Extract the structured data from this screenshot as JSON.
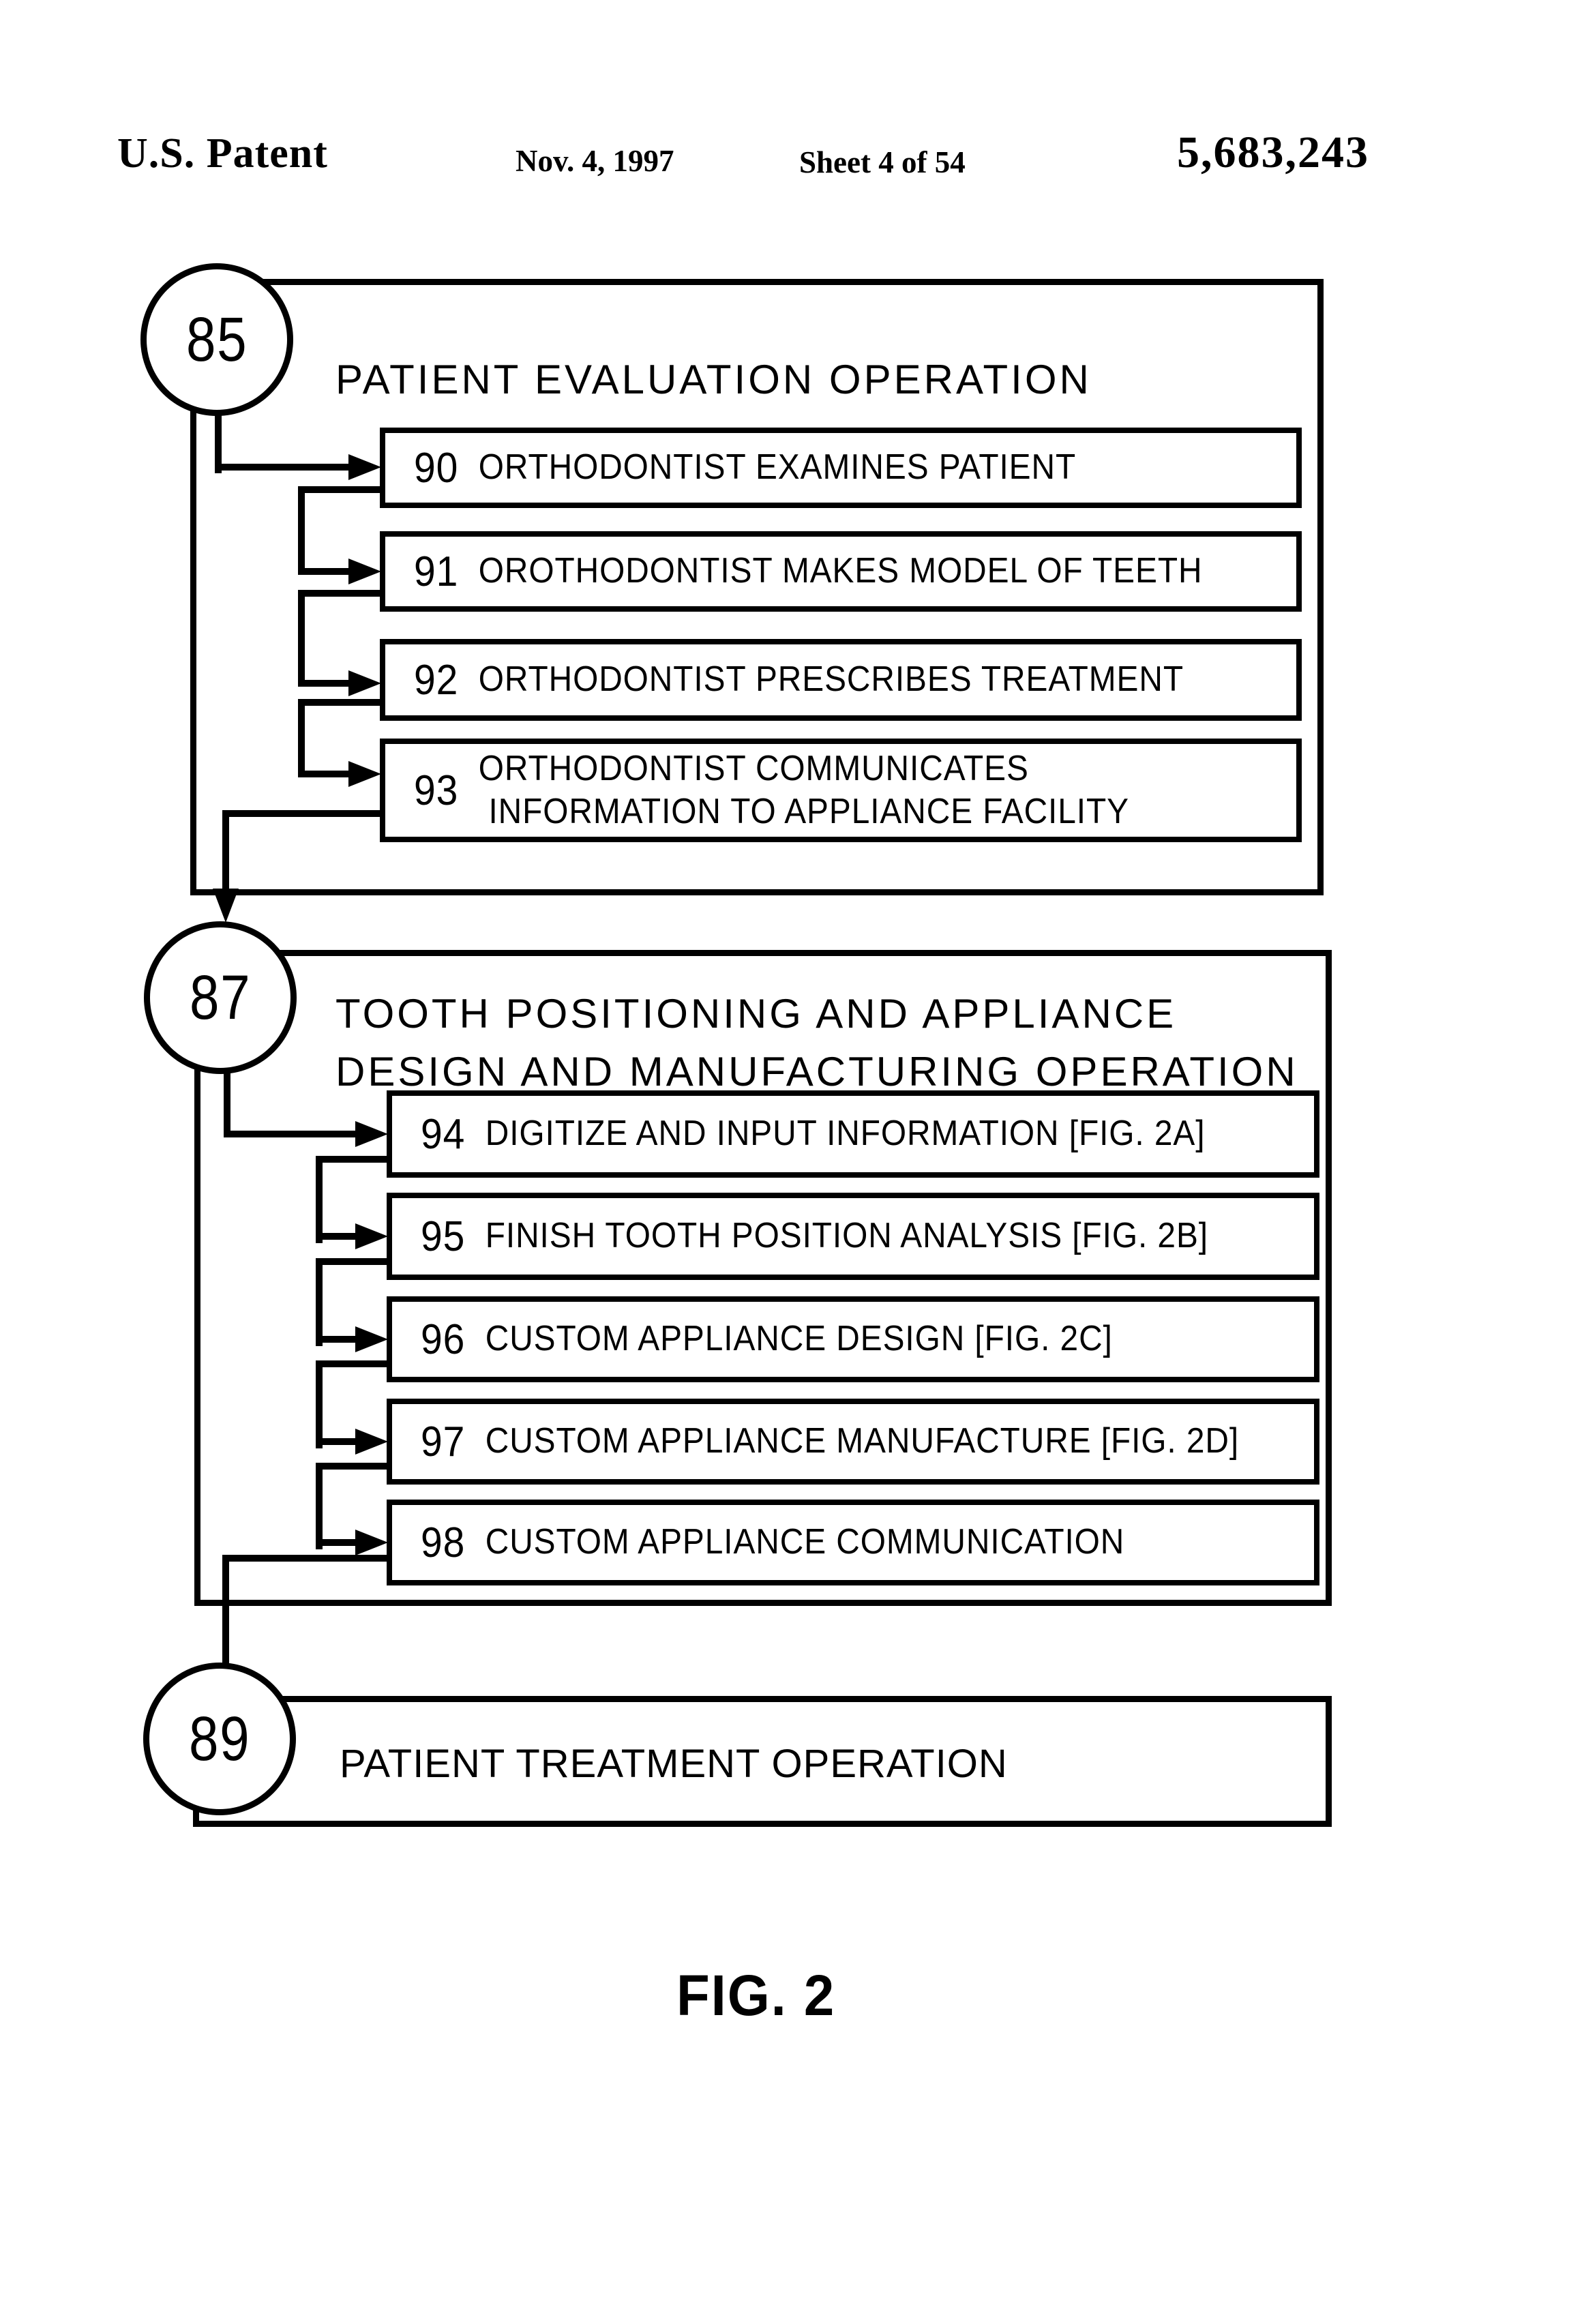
{
  "header": {
    "title": "U.S. Patent",
    "date": "Nov. 4, 1997",
    "sheet": "Sheet 4 of 54",
    "patent_number": "5,683,243"
  },
  "figure": {
    "caption": "FIG. 2"
  },
  "sections": [
    {
      "badge": "85",
      "title_lines": [
        "PATIENT EVALUATION OPERATION"
      ],
      "steps": [
        {
          "num": "90",
          "lines": [
            "ORTHODONTIST EXAMINES PATIENT"
          ]
        },
        {
          "num": "91",
          "lines": [
            "OROTHODONTIST MAKES MODEL OF TEETH"
          ]
        },
        {
          "num": "92",
          "lines": [
            "ORTHODONTIST PRESCRIBES TREATMENT"
          ]
        },
        {
          "num": "93",
          "lines": [
            "ORTHODONTIST COMMUNICATES",
            "INFORMATION TO APPLIANCE FACILITY"
          ]
        }
      ]
    },
    {
      "badge": "87",
      "title_lines": [
        "TOOTH POSITIONING AND APPLIANCE",
        "DESIGN AND MANUFACTURING OPERATION"
      ],
      "steps": [
        {
          "num": "94",
          "lines": [
            "DIGITIZE AND INPUT INFORMATION [FIG. 2A]"
          ]
        },
        {
          "num": "95",
          "lines": [
            "FINISH TOOTH POSITION ANALYSIS [FIG. 2B]"
          ]
        },
        {
          "num": "96",
          "lines": [
            "CUSTOM APPLIANCE DESIGN [FIG. 2C]"
          ]
        },
        {
          "num": "97",
          "lines": [
            "CUSTOM APPLIANCE MANUFACTURE [FIG. 2D]"
          ]
        },
        {
          "num": "98",
          "lines": [
            "CUSTOM APPLIANCE COMMUNICATION"
          ]
        }
      ]
    },
    {
      "badge": "89",
      "title_lines": [
        "PATIENT TREATMENT OPERATION"
      ],
      "steps": []
    }
  ]
}
